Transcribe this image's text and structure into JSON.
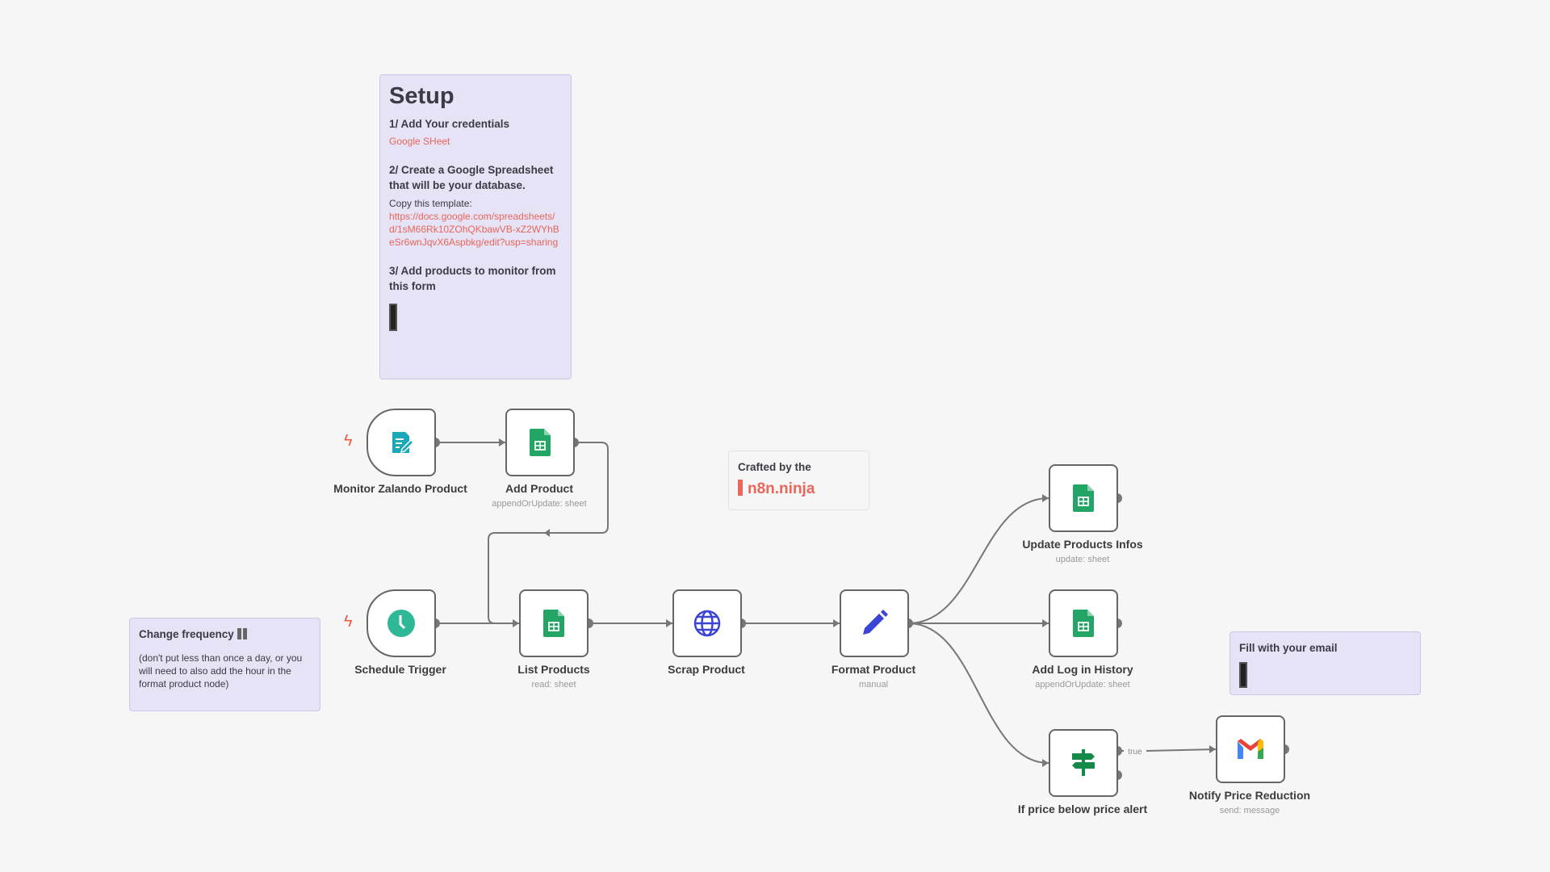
{
  "notes": {
    "setup": {
      "title": "Setup",
      "step1": "1/ Add Your credentials",
      "step1_link": "Google SHeet",
      "step2": "2/ Create a Google Spreadsheet that will be your database.",
      "copy": "Copy this template:",
      "template_url": "https://docs.google.com/spreadsheets/d/1sM66Rk10ZOhQKbawVB-xZ2WYhBeSr6wnJqvX6Aspbkg/edit?usp=sharing",
      "step3": "3/ Add products to monitor from this form"
    },
    "crafted": {
      "title": "Crafted by the",
      "brand": "n8n.ninja"
    },
    "frequency": {
      "title": "Change frequency",
      "body": "(don't put less than once a day, or you will need to also add the hour in the format product node)"
    },
    "email": {
      "title": "Fill with your email"
    }
  },
  "nodes": [
    {
      "name": "Monitor Zalando Product",
      "sub": "",
      "icon": "form-icon"
    },
    {
      "name": "Add Product",
      "sub": "appendOrUpdate: sheet",
      "icon": "google-sheets-icon"
    },
    {
      "name": "Schedule Trigger",
      "sub": "",
      "icon": "clock-icon"
    },
    {
      "name": "List Products",
      "sub": "read: sheet",
      "icon": "google-sheets-icon"
    },
    {
      "name": "Scrap Product",
      "sub": "",
      "icon": "globe-icon"
    },
    {
      "name": "Format Product",
      "sub": "manual",
      "icon": "pencil-icon"
    },
    {
      "name": "Update Products Infos",
      "sub": "update: sheet",
      "icon": "google-sheets-icon"
    },
    {
      "name": "Add Log in History",
      "sub": "appendOrUpdate: sheet",
      "icon": "google-sheets-icon"
    },
    {
      "name": "If price below price alert",
      "sub": "",
      "icon": "signpost-icon"
    },
    {
      "name": "Notify Price Reduction",
      "sub": "send: message",
      "icon": "gmail-icon"
    }
  ],
  "edge_labels": {
    "true": "true"
  },
  "colors": {
    "note_bg": "#e5e3f5",
    "link": "#e8665a",
    "sheets": "#23a566",
    "edge": "#777777"
  }
}
